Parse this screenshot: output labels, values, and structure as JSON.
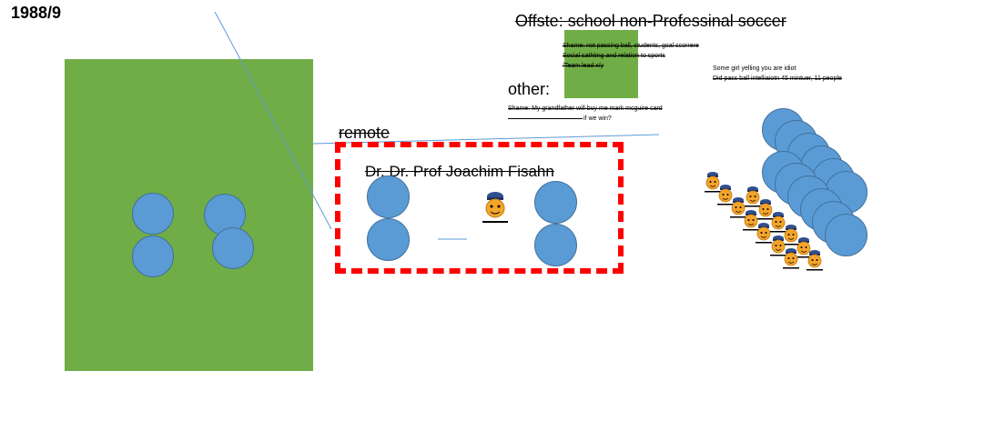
{
  "header": {
    "year": "1988/9"
  },
  "labels": {
    "offside_title": "Offste: school non-Professinal soccer",
    "other": "other:",
    "remote": "remote",
    "doctor": "Dr. Dr. Prof Joachim Fisahn"
  },
  "notes": {
    "shame_school": [
      "Shame: not passing ball, students, goal scorrere",
      "Social sathting and relation to sports",
      "/Team lead x/y"
    ],
    "girl": [
      "Some girl yelling you are idiot",
      "Did pass ball intelliaiotn 45 mintuer, 11 people"
    ],
    "shame_grandfather": [
      "Shame: My grandfather will buy me mark mcguire card",
      "if we win?"
    ]
  },
  "colors": {
    "field": "#70ad47",
    "circle": "#5b9bd5",
    "circle_border": "#41719c",
    "dashed_box": "#ff0000",
    "line": "#5b9bd5"
  },
  "icons": {
    "mascot": "police-mascot-icon"
  }
}
